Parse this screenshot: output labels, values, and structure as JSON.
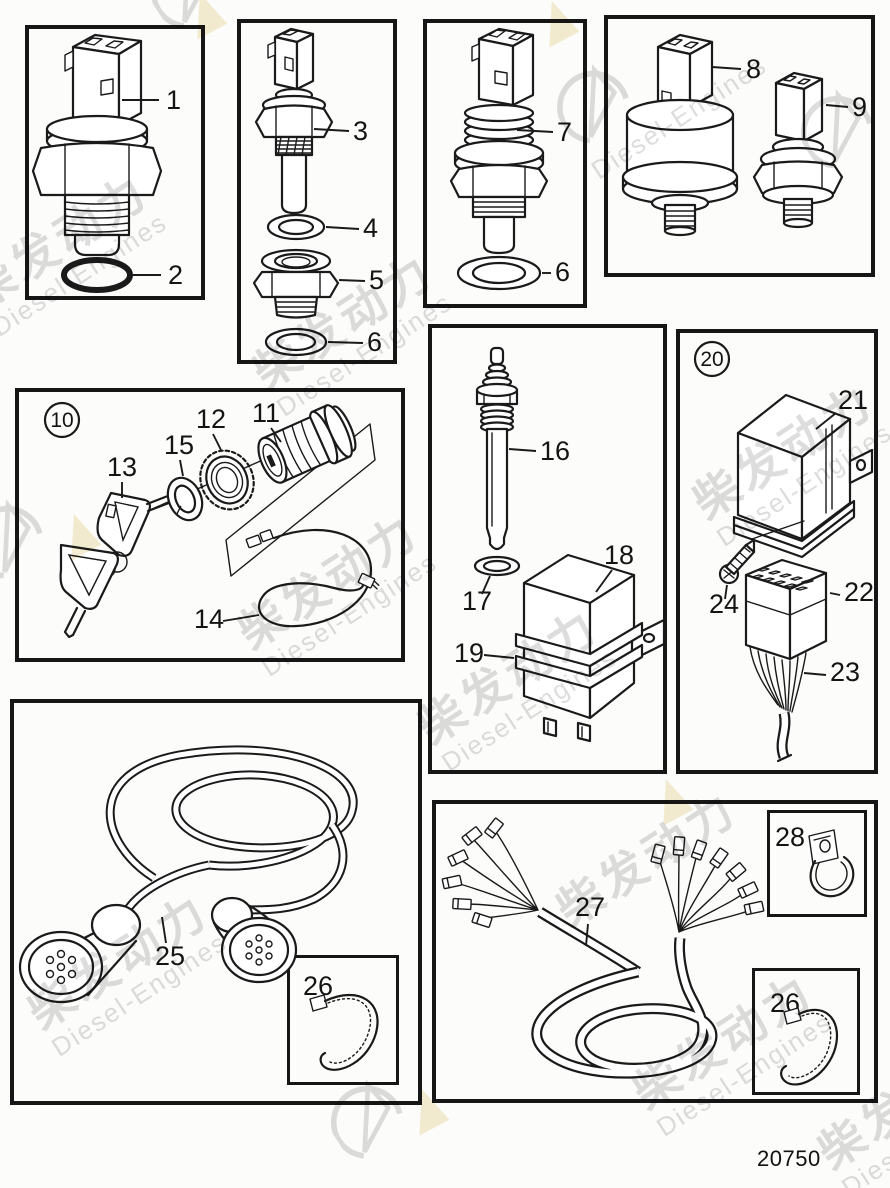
{
  "figure_number": "20750",
  "watermark": {
    "cn": "柴发动力",
    "en": "Diesel-Engines"
  },
  "colors": {
    "line_color": "#1a1a1a",
    "watermark_color": "#c6c6c6",
    "watermark_accent": "#f3e8c8",
    "background": "#fcfcfb"
  },
  "panels": [
    {
      "callouts": [
        "1",
        "2"
      ]
    },
    {
      "callouts": [
        "3",
        "4",
        "5",
        "6"
      ]
    },
    {
      "callouts": [
        "7",
        "6"
      ]
    },
    {
      "callouts": [
        "8",
        "9"
      ]
    },
    {
      "badge": "10",
      "callouts": [
        "12",
        "11",
        "15",
        "13",
        "14"
      ]
    },
    {
      "callouts": [
        "16",
        "17",
        "18",
        "19"
      ]
    },
    {
      "badge": "20",
      "callouts": [
        "21",
        "24",
        "22",
        "23"
      ]
    },
    {
      "callouts": [
        "25"
      ],
      "inner_callouts": [
        "26"
      ]
    },
    {
      "callouts": [
        "27"
      ],
      "inner_callouts": [
        "28",
        "26"
      ]
    }
  ]
}
